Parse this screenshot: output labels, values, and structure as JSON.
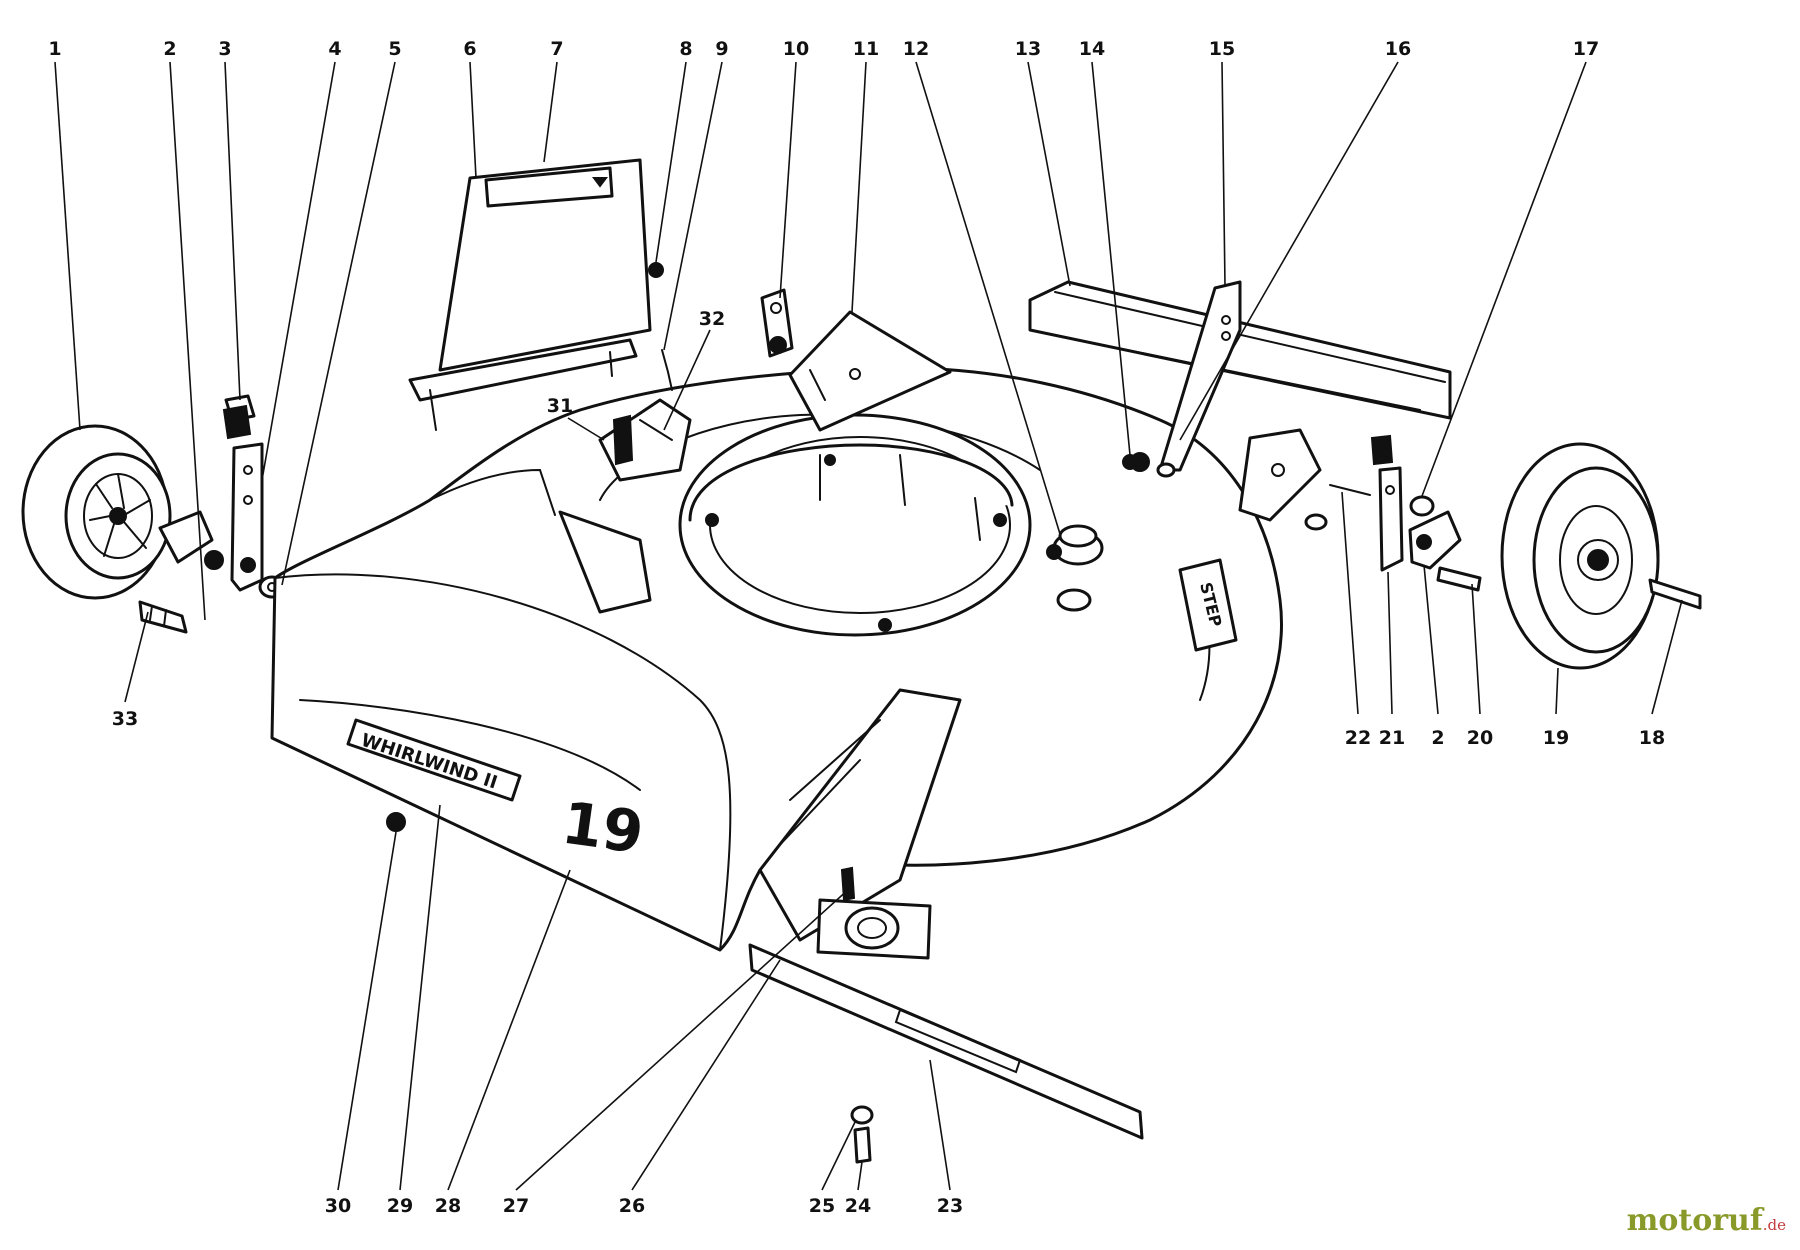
{
  "callouts": [
    {
      "id": "c1",
      "label": "1"
    },
    {
      "id": "c2a",
      "label": "2"
    },
    {
      "id": "c3",
      "label": "3"
    },
    {
      "id": "c4",
      "label": "4"
    },
    {
      "id": "c5",
      "label": "5"
    },
    {
      "id": "c6",
      "label": "6"
    },
    {
      "id": "c7",
      "label": "7"
    },
    {
      "id": "c8",
      "label": "8"
    },
    {
      "id": "c9",
      "label": "9"
    },
    {
      "id": "c10",
      "label": "10"
    },
    {
      "id": "c11",
      "label": "11"
    },
    {
      "id": "c12",
      "label": "12"
    },
    {
      "id": "c13",
      "label": "13"
    },
    {
      "id": "c14",
      "label": "14"
    },
    {
      "id": "c15",
      "label": "15"
    },
    {
      "id": "c16",
      "label": "16"
    },
    {
      "id": "c17",
      "label": "17"
    },
    {
      "id": "c18",
      "label": "18"
    },
    {
      "id": "c19",
      "label": "19"
    },
    {
      "id": "c20",
      "label": "20"
    },
    {
      "id": "c2b",
      "label": "2"
    },
    {
      "id": "c21",
      "label": "21"
    },
    {
      "id": "c22",
      "label": "22"
    },
    {
      "id": "c23",
      "label": "23"
    },
    {
      "id": "c24",
      "label": "24"
    },
    {
      "id": "c25",
      "label": "25"
    },
    {
      "id": "c26",
      "label": "26"
    },
    {
      "id": "c27",
      "label": "27"
    },
    {
      "id": "c28",
      "label": "28"
    },
    {
      "id": "c29",
      "label": "29"
    },
    {
      "id": "c30",
      "label": "30"
    },
    {
      "id": "c31",
      "label": "31"
    },
    {
      "id": "c32",
      "label": "32"
    },
    {
      "id": "c33",
      "label": "33"
    }
  ],
  "decals": {
    "whirlwind": "WHIRLWIND II",
    "deck_size": "19",
    "step": "STEP"
  },
  "watermark": {
    "main": "motoruf",
    "tld": ".de"
  }
}
